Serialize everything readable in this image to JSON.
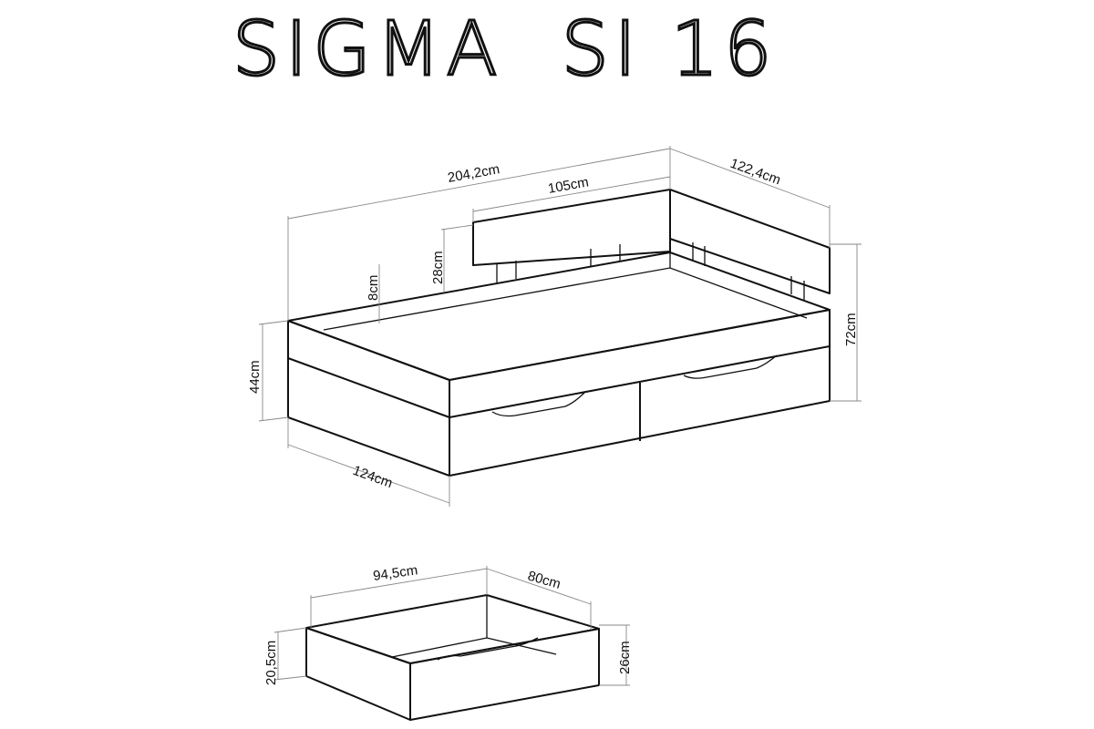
{
  "title": "SIGMA  SI 16",
  "bed": {
    "dimensions": {
      "total_length": "204,2cm",
      "headboard_length": "105cm",
      "total_depth": "122,4cm",
      "total_height": "72cm",
      "bed_height": "44cm",
      "front_width": "124cm",
      "headboard_height": "28cm",
      "frame_rim": "8cm"
    }
  },
  "drawer": {
    "dimensions": {
      "length": "94,5cm",
      "depth": "80cm",
      "back_height": "20,5cm",
      "front_height": "26cm"
    }
  }
}
